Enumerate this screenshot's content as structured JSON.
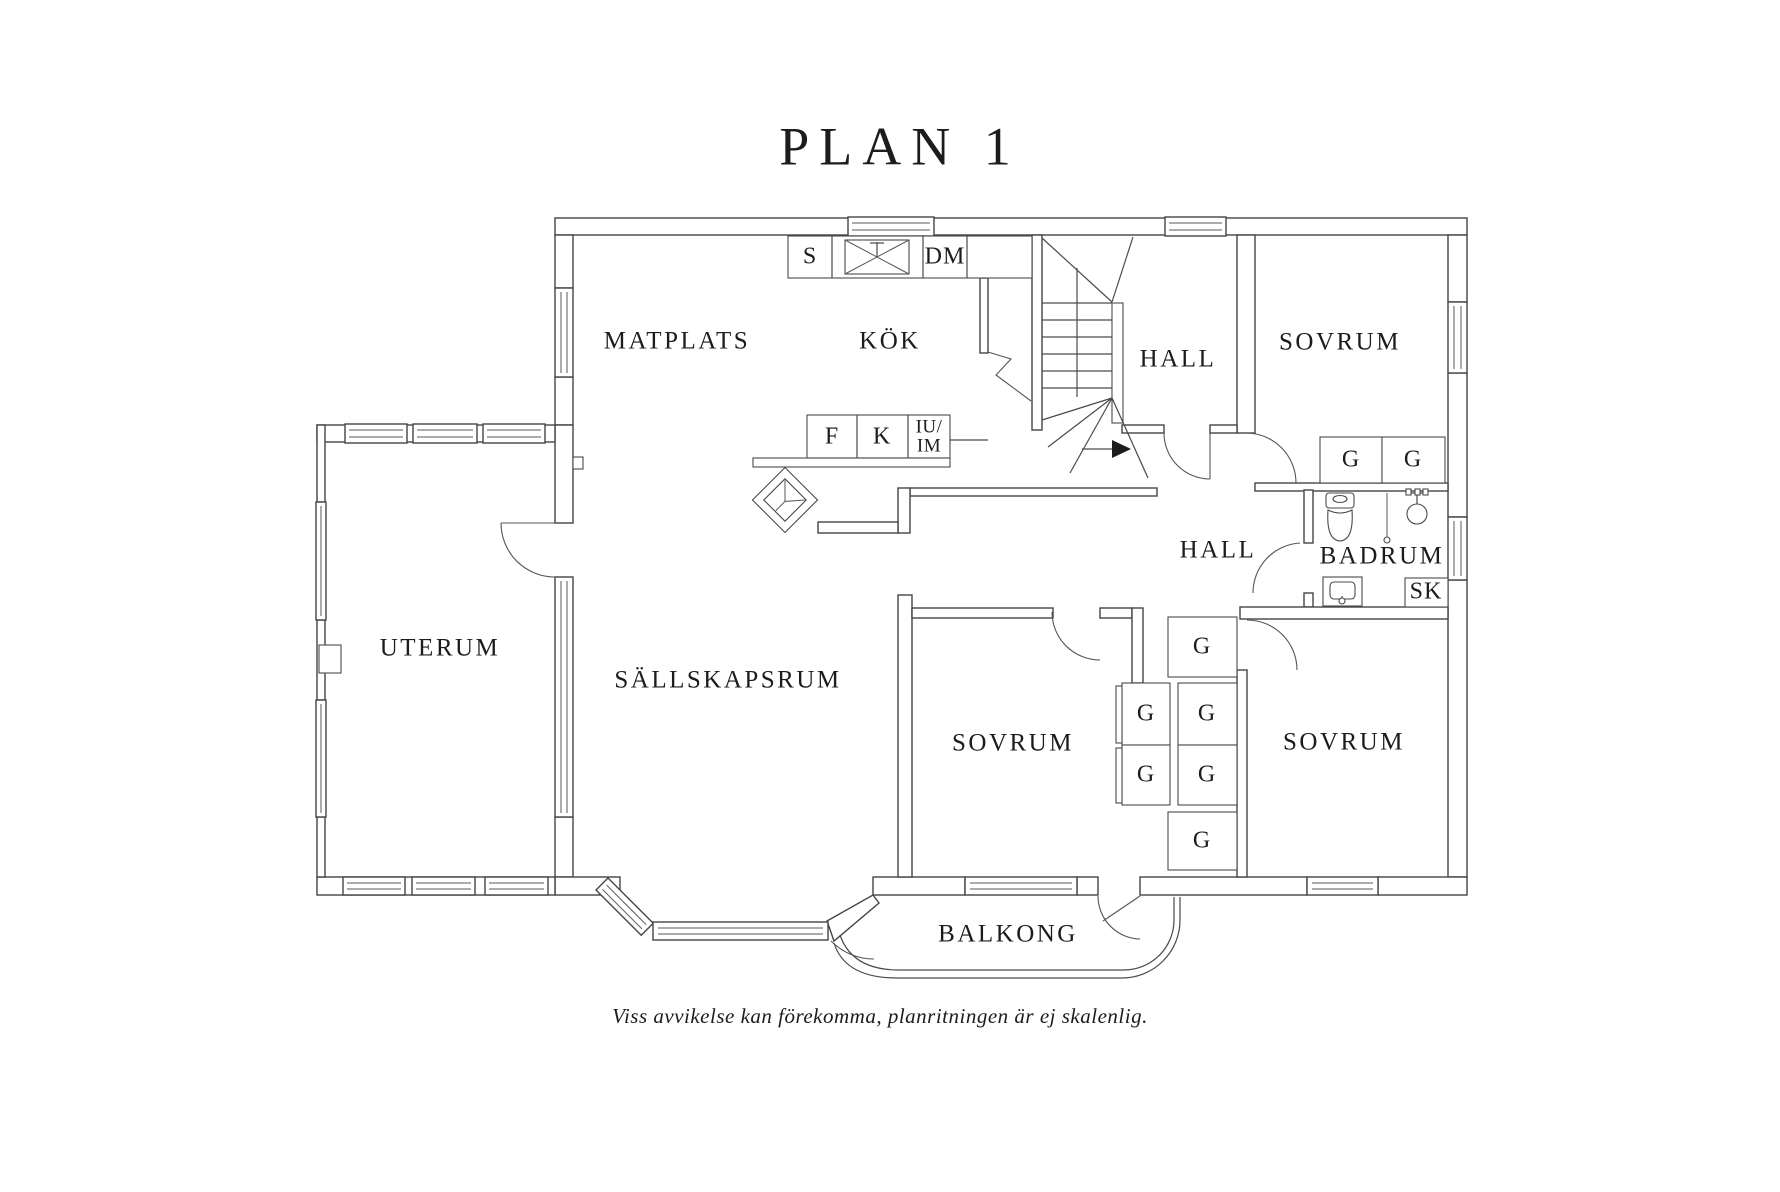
{
  "title": "PLAN 1",
  "disclaimer": "Viss avvikelse kan förekomma, planritningen är ej skalenlig.",
  "colors": {
    "background": "#ffffff",
    "line": "#454545",
    "text": "#1c1c1c"
  },
  "rooms": {
    "matplats": "MATPLATS",
    "kok": "KÖK",
    "hall_upper": "HALL",
    "sovrum_top_right": "SOVRUM",
    "uterum": "UTERUM",
    "sallskapsrum": "SÄLLSKAPSRUM",
    "hall_lower": "HALL",
    "badrum": "BADRUM",
    "sovrum_middle": "SOVRUM",
    "sovrum_bottom_right": "SOVRUM",
    "balkong": "BALKONG"
  },
  "appliances": {
    "sink_cabinet": "S",
    "dishwasher": "DM",
    "freezer": "F",
    "fridge": "K",
    "oven_line1": "IU/",
    "oven_line2": "IM"
  },
  "closets": {
    "wardrobe": "G",
    "cleaning": "SK"
  }
}
